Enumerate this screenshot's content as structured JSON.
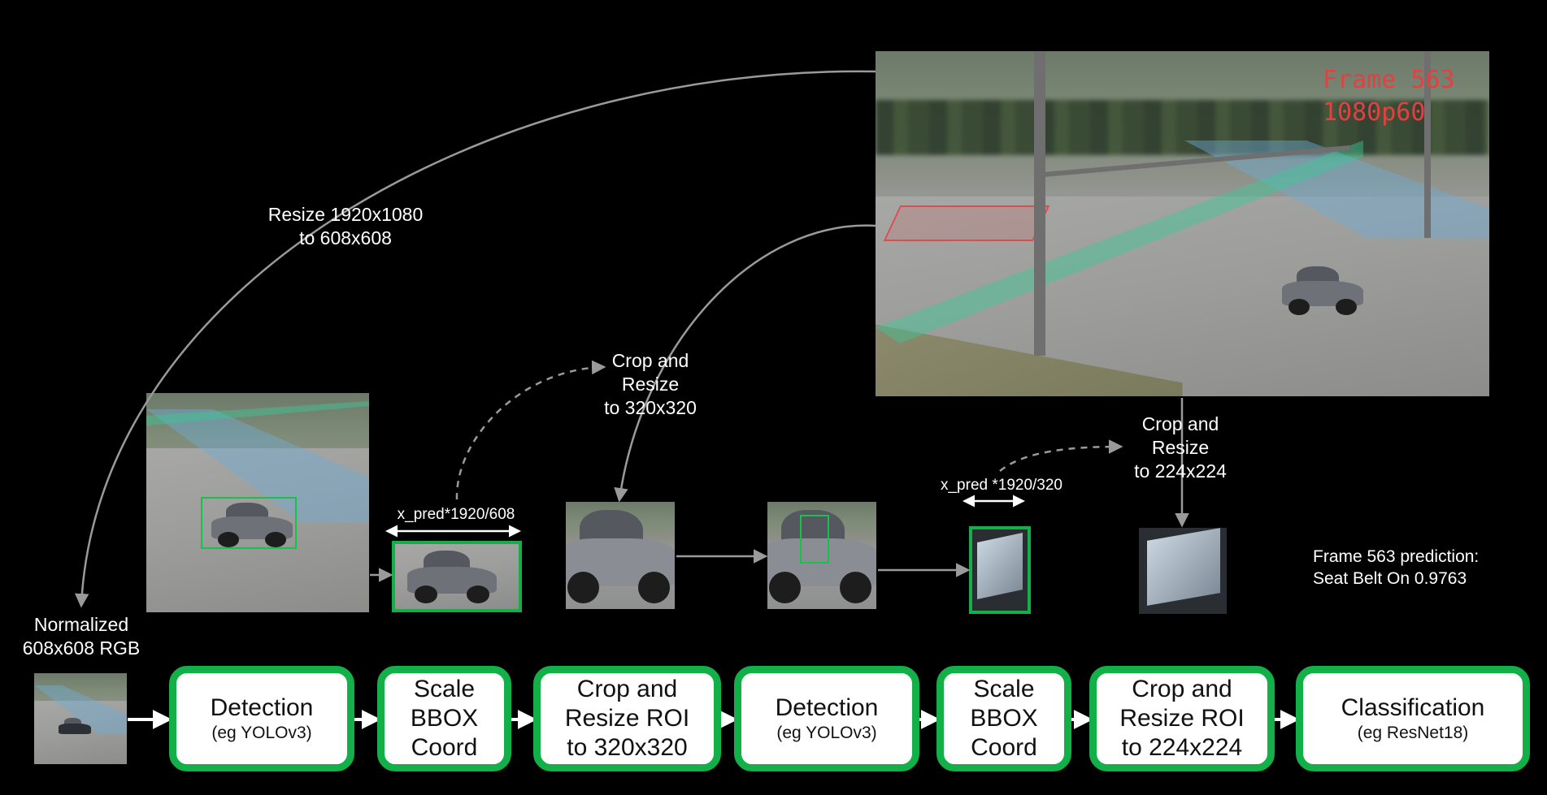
{
  "labels": {
    "resize_main_line1": "Resize 1920x1080",
    "resize_main_line2": "to 608x608",
    "normalized_line1": "Normalized",
    "normalized_line2": "608x608 RGB",
    "crop320_line1": "Crop and",
    "crop320_line2": "Resize",
    "crop320_line3": "to 320x320",
    "xpred608": "x_pred*1920/608",
    "xpred320": "x_pred *1920/320",
    "crop224_line1": "Crop and",
    "crop224_line2": "Resize",
    "crop224_line3": "to 224x224",
    "prediction_line1": "Frame 563 prediction:",
    "prediction_line2": "Seat Belt On 0.9763",
    "frame_overlay_line1": "Frame 563",
    "frame_overlay_line2": "1080p60"
  },
  "pipeline": [
    {
      "title": "Detection",
      "subtitle": "(eg YOLOv3)"
    },
    {
      "title_lines": [
        "Scale",
        "BBOX",
        "Coord"
      ]
    },
    {
      "title_lines": [
        "Crop and",
        "Resize ROI",
        "to 320x320"
      ]
    },
    {
      "title": "Detection",
      "subtitle": "(eg YOLOv3)"
    },
    {
      "title_lines": [
        "Scale",
        "BBOX",
        "Coord"
      ]
    },
    {
      "title_lines": [
        "Crop and",
        "Resize ROI",
        "to 224x224"
      ]
    },
    {
      "title": "Classification",
      "subtitle": "(eg ResNet18)"
    }
  ],
  "colors": {
    "accent_green": "#13b04a",
    "arrow_gray": "#9a9a9a",
    "overlay_red": "#e44040",
    "background": "#000000"
  }
}
